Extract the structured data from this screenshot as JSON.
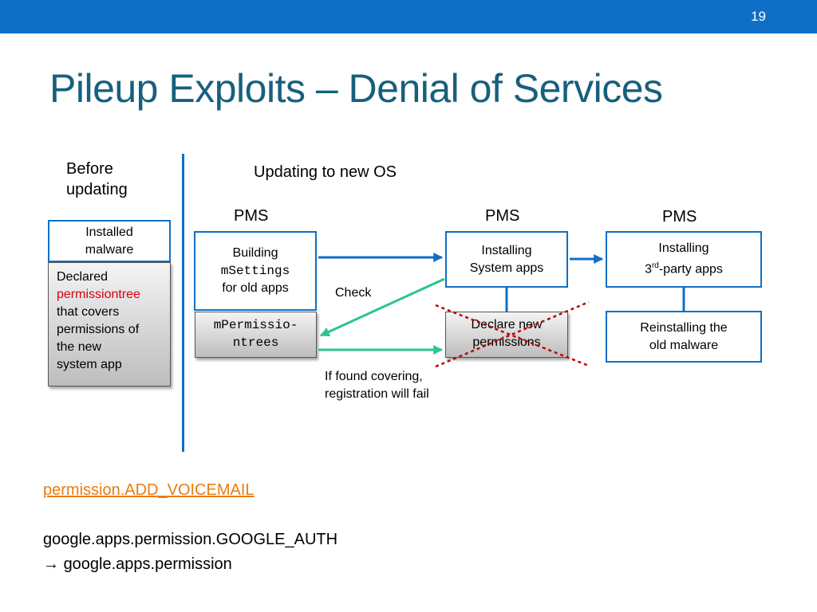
{
  "slide": {
    "number": "19",
    "title": "Pileup Exploits – Denial of Services"
  },
  "left": {
    "heading_line1": "Before",
    "heading_line2": "updating",
    "installed_line1": "Installed",
    "installed_line2": "malware",
    "declared": {
      "line1": "Declared",
      "highlight": "permissiontree",
      "line3": "that covers",
      "line4": "permissions of",
      "line5": "the new",
      "line6": "system app"
    }
  },
  "right": {
    "heading": "Updating to new OS",
    "pms_labels": [
      "PMS",
      "PMS",
      "PMS"
    ],
    "building": {
      "line1": "Building",
      "code": "mSettings",
      "line3": "for old apps"
    },
    "mpermission": {
      "line1": "mPermissio-",
      "line2": "ntrees"
    },
    "installing_system": {
      "line1": "Installing",
      "line2": "System apps"
    },
    "installing_third": {
      "line1": "Installing",
      "prefix": "3",
      "sup": "rd",
      "suffix": "-party apps"
    },
    "declare_new": {
      "line1": "Declare new",
      "line2": "permissions"
    },
    "reinstalling": {
      "line1": "Reinstalling the",
      "line2": "old malware"
    },
    "check_label": "Check",
    "fail_note_line1": "If found covering,",
    "fail_note_line2": "registration will fail"
  },
  "bottom": {
    "link": "permission.ADD_VOICEMAIL",
    "auth_line": "google.apps.permission.GOOGLE_AUTH",
    "arrow_symbol": "→",
    "auth_result": "google.apps.permission"
  },
  "colors": {
    "accent_blue": "#0f6fc6",
    "title_teal": "#17607d",
    "check_green": "#2dc492",
    "highlight_red": "#d9000d",
    "cross_red": "#c00000",
    "link_orange": "#e97c11"
  }
}
